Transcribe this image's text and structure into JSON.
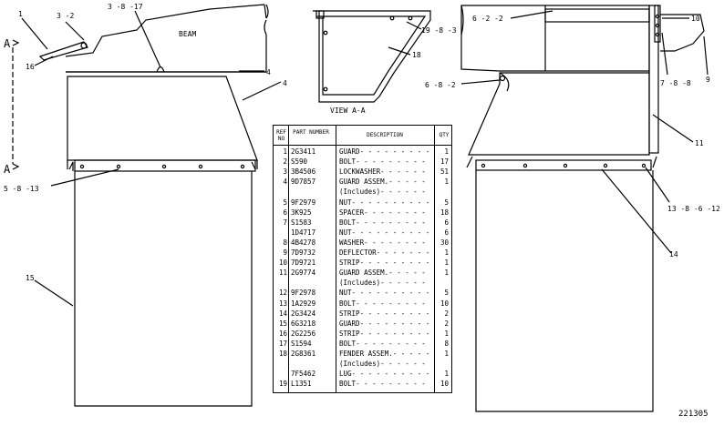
{
  "labels": {
    "beam": "BEAM",
    "view": "VIEW A-A",
    "section_a_top": "A",
    "section_a_bottom": "A",
    "figure_number": "221305"
  },
  "callouts": {
    "c1": "1",
    "c3_2": "3 -2",
    "c3_8_17": "3 -8 -17",
    "c4a": "4",
    "c4b": "4",
    "c16": "16",
    "c5_8_13": "5 -8 -13",
    "c15": "15",
    "c19_8_3": "19 -8 -3",
    "c18": "18",
    "c6_2_2": "6 -2 -2",
    "c6_8_2": "6 -8 -2",
    "c10": "10",
    "c7_8_8": "7 -8 -8",
    "c9": "9",
    "c11": "11",
    "c13_8_6_12": "13 -8 -6 -12",
    "c14": "14"
  },
  "table": {
    "headers": {
      "ref": "REF NO",
      "part": "PART NUMBER",
      "desc": "DESCRIPTION",
      "qty": "QTY"
    },
    "rows": [
      {
        "ref": "1",
        "part": "2G3411",
        "desc": "GUARD",
        "qty": "1"
      },
      {
        "ref": "2",
        "part": "S590",
        "desc": "BOLT",
        "qty": "17"
      },
      {
        "ref": "3",
        "part": "3B4506",
        "desc": "LOCKWASHER",
        "qty": "51"
      },
      {
        "ref": "4",
        "part": "9D7857",
        "desc": "GUARD ASSEM.",
        "qty": "1"
      },
      {
        "ref": "",
        "part": "",
        "desc": "(Includes)",
        "qty": ""
      },
      {
        "ref": "5",
        "part": "9F2979",
        "desc": "NUT",
        "qty": "5"
      },
      {
        "ref": "6",
        "part": "3K925",
        "desc": "SPACER",
        "qty": "18"
      },
      {
        "ref": "7",
        "part": "S1583",
        "desc": "BOLT",
        "qty": "6"
      },
      {
        "ref": "",
        "part": "1D4717",
        "desc": "NUT",
        "qty": "6"
      },
      {
        "ref": "8",
        "part": "4B4278",
        "desc": "WASHER",
        "qty": "30"
      },
      {
        "ref": "9",
        "part": "7D9732",
        "desc": "DEFLECTOR",
        "qty": "1"
      },
      {
        "ref": "10",
        "part": "7D9721",
        "desc": "STRIP",
        "qty": "1"
      },
      {
        "ref": "11",
        "part": "2G9774",
        "desc": "GUARD ASSEM.",
        "qty": "1"
      },
      {
        "ref": "",
        "part": "",
        "desc": "(Includes)",
        "qty": ""
      },
      {
        "ref": "12",
        "part": "9F2978",
        "desc": "NUT",
        "qty": "5"
      },
      {
        "ref": "13",
        "part": "1A2929",
        "desc": "BOLT",
        "qty": "10"
      },
      {
        "ref": "14",
        "part": "2G3424",
        "desc": "STRIP",
        "qty": "2"
      },
      {
        "ref": "15",
        "part": "6G3218",
        "desc": "GUARD",
        "qty": "2"
      },
      {
        "ref": "16",
        "part": "2G2256",
        "desc": "STRIP",
        "qty": "1"
      },
      {
        "ref": "17",
        "part": "S1594",
        "desc": "BOLT",
        "qty": "8"
      },
      {
        "ref": "18",
        "part": "2G8361",
        "desc": "FENDER ASSEM.",
        "qty": "1"
      },
      {
        "ref": "",
        "part": "",
        "desc": "(Includes)",
        "qty": ""
      },
      {
        "ref": "",
        "part": "7F5462",
        "desc": "LUG",
        "qty": "1"
      },
      {
        "ref": "19",
        "part": "L1351",
        "desc": "BOLT",
        "qty": "10"
      }
    ]
  }
}
